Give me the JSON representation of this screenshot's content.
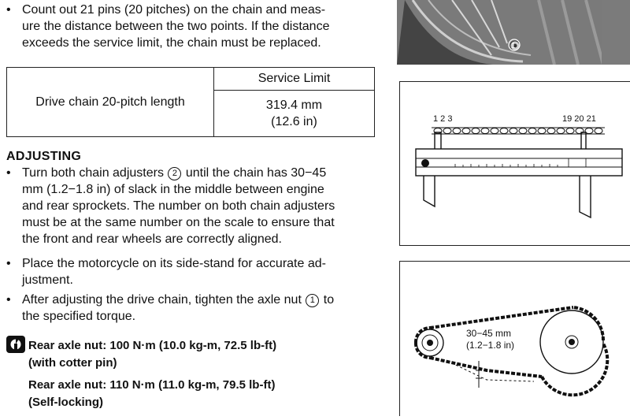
{
  "intro": {
    "lines": [
      "Count out 21 pins (20 pitches) on the chain and meas-",
      "ure the distance between the two points. If the distance",
      "exceeds the service limit, the chain must be replaced."
    ]
  },
  "spec_table": {
    "column_header": "Service Limit",
    "parameter": "Drive chain 20-pitch length",
    "value_metric": "319.4 mm",
    "value_imperial": "(12.6 in)"
  },
  "adjusting": {
    "heading": "ADJUSTING",
    "bullet1": {
      "line1_pre": "Turn both chain adjusters",
      "line1_ref": "2",
      "line1_post": "until the chain has 30−45",
      "lines": [
        "mm (1.2−1.8 in) of slack in the middle between engine",
        "and rear sprockets. The number on both chain adjusters",
        "must be at the same number on the scale to ensure that",
        "the front and rear wheels are correctly aligned."
      ]
    },
    "bullet2": {
      "lines": [
        "Place the motorcycle on its side-stand for accurate ad-",
        "justment."
      ]
    },
    "bullet3": {
      "line1_pre": "After adjusting the drive chain, tighten the axle nut",
      "line1_ref": "1",
      "line1_post": "to",
      "line2": "the specified torque."
    }
  },
  "torque_specs": {
    "icon": "torque-wrench-icon",
    "spec1_line1": "Rear axle nut: 100 N·m (10.0 kg-m, 72.5 lb-ft)",
    "spec1_line2": "(with cotter pin)",
    "spec2_line1": "Rear axle nut: 110 N·m (11.0 kg-m, 79.5 lb-ft)",
    "spec2_line2": "(Self-locking)"
  },
  "figures": {
    "photo_callout": "1",
    "caliper_labels": {
      "left": "1 2 3",
      "right": "19 20 21"
    },
    "slack_label_metric": "30−45 mm",
    "slack_label_imperial": "(1.2−1.8 in)"
  }
}
